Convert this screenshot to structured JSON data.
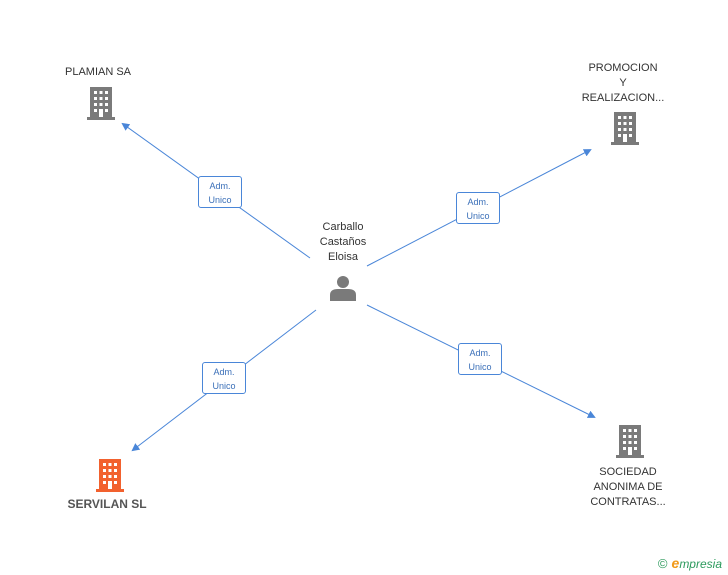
{
  "center": {
    "lines": [
      "Carballo",
      "Castaños",
      "Eloisa"
    ],
    "icon": "person-icon"
  },
  "nodes": [
    {
      "id": "plamian",
      "lines": [
        "PLAMIAN SA"
      ],
      "icon": "building-icon",
      "color": "#7a7a7a"
    },
    {
      "id": "promocion",
      "lines": [
        "PROMOCION",
        "Y",
        "REALIZACION..."
      ],
      "icon": "building-icon",
      "color": "#7a7a7a"
    },
    {
      "id": "servilan",
      "lines": [
        "SERVILAN SL"
      ],
      "icon": "building-icon",
      "color": "#f2612e"
    },
    {
      "id": "sociedad",
      "lines": [
        "SOCIEDAD",
        "ANONIMA DE",
        "CONTRATAS..."
      ],
      "icon": "building-icon",
      "color": "#7a7a7a"
    }
  ],
  "edges": [
    {
      "lines": [
        "Adm.",
        "Unico"
      ]
    },
    {
      "lines": [
        "Adm.",
        "Unico"
      ]
    },
    {
      "lines": [
        "Adm.",
        "Unico"
      ]
    },
    {
      "lines": [
        "Adm.",
        "Unico"
      ]
    }
  ],
  "footer": {
    "copyright": "©",
    "brand_initial": "e",
    "brand_rest": "mpresia"
  },
  "colors": {
    "edge": "#4a86d8",
    "building": "#7a7a7a",
    "highlight": "#f2612e",
    "person": "#7a7a7a"
  }
}
